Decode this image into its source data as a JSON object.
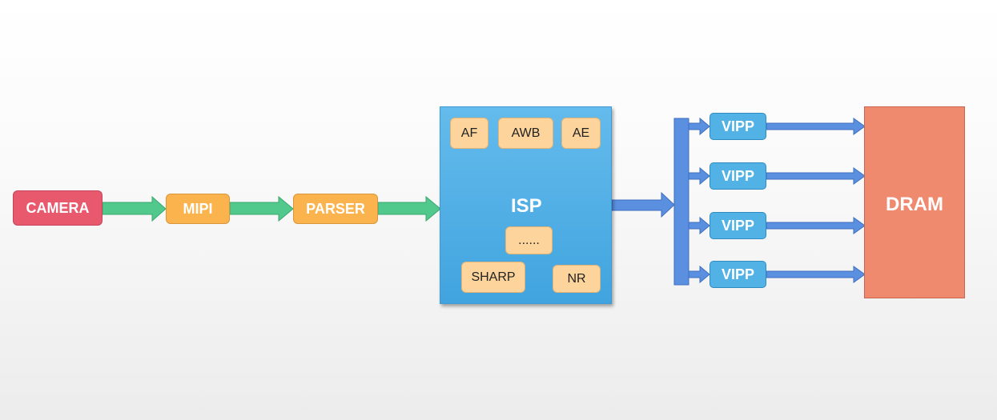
{
  "nodes": {
    "camera": "CAMERA",
    "mipi": "MIPI",
    "parser": "PARSER",
    "isp": "ISP",
    "dram": "DRAM"
  },
  "isp_modules": {
    "af": "AF",
    "awb": "AWB",
    "ae": "AE",
    "ellipsis": "......",
    "sharp": "SHARP",
    "nr": "NR"
  },
  "vipp": [
    "VIPP",
    "VIPP",
    "VIPP",
    "VIPP"
  ],
  "colors": {
    "camera": "#e8596e",
    "stage": "#fbb34d",
    "isp": "#4fb0e6",
    "module": "#fdd59c",
    "vipp": "#52b2e5",
    "dram": "#f08a6f",
    "green_arrow": "#52c98c",
    "blue_arrow": "#5b8fe0"
  }
}
